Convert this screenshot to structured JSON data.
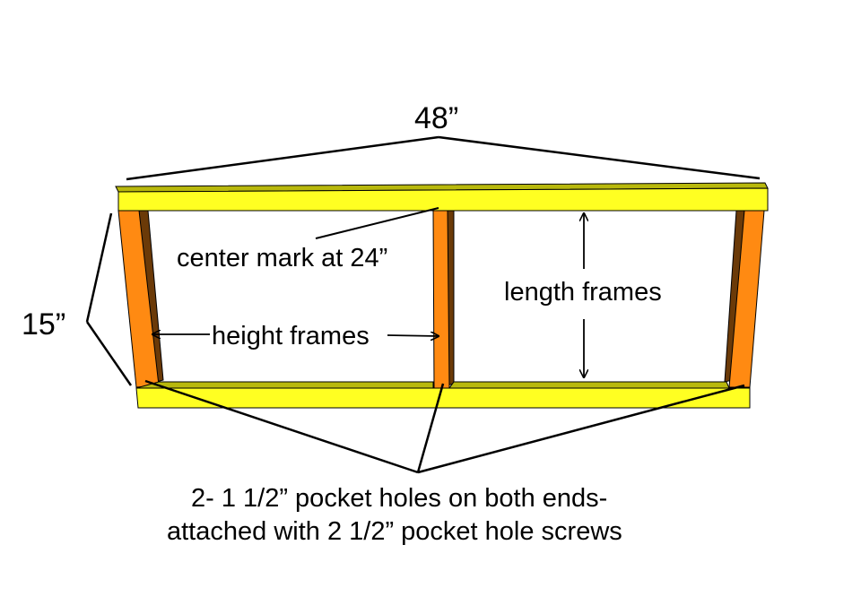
{
  "labels": {
    "width": "48”",
    "height": "15”",
    "center_mark": "center mark at 24”",
    "height_frames": "height frames",
    "length_frames": "length frames",
    "note_line1": "2- 1 1/2” pocket holes on both ends-",
    "note_line2": "attached with 2 1/2” pocket hole screws"
  },
  "colors": {
    "length_frame": "#ffff22",
    "length_frame_shade": "#b8b80c",
    "height_frame": "#ff8a12",
    "height_frame_shade": "#6b3a08",
    "outline": "#000000",
    "background": "#ffffff"
  }
}
